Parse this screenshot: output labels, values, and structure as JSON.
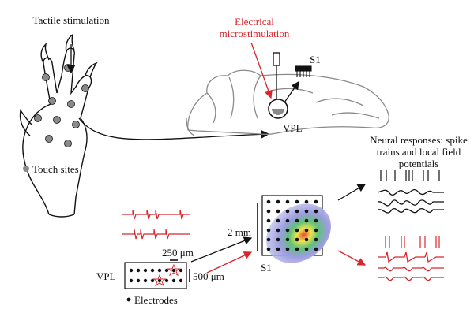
{
  "labels": {
    "tactile": "Tactile stimulation",
    "electrical": "Electrical microstimulation",
    "s1_brain": "S1",
    "vpl_brain": "VPL",
    "touch_sites": "Touch sites",
    "neural": "Neural responses: spike trains and local field potentials",
    "distance_250": "250 μm",
    "distance_500": "500 μm",
    "vpl_array": "VPL",
    "electrodes": "Electrodes",
    "two_mm": "2 mm",
    "s1_grid": "S1"
  },
  "colors": {
    "black": "#111111",
    "red": "#d8262c",
    "gray_touch": "#8a8a8a",
    "heat_outer": "#9c9ce0",
    "heat_mid": "#5fc27a",
    "heat_inner": "#f1e24a",
    "heat_core": "#e7473a"
  }
}
